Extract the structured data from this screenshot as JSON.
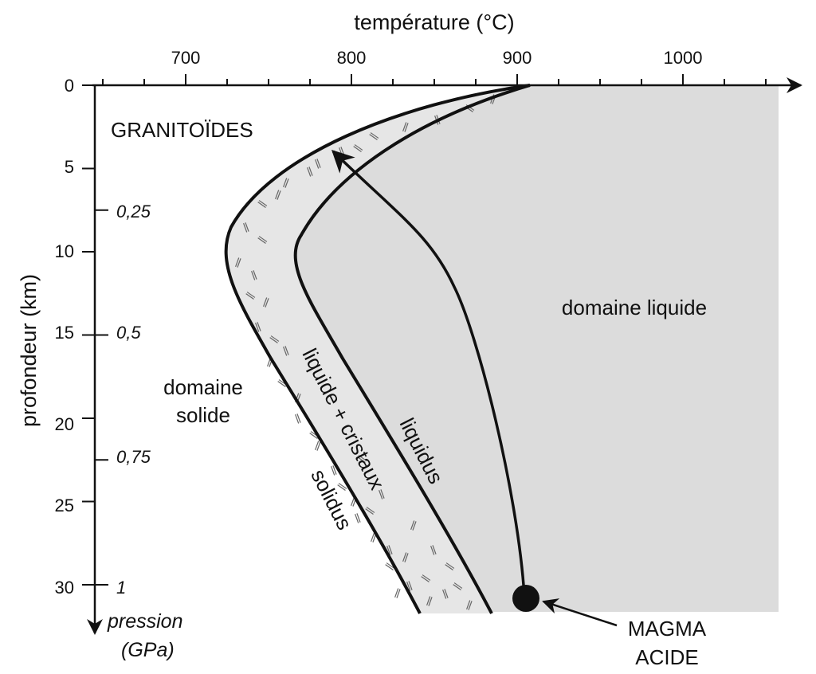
{
  "colors": {
    "liquid_fill": "#dcdcdc",
    "mush_fill": "#e6e6e6",
    "line": "#111111",
    "background": "#ffffff"
  },
  "x_axis": {
    "title": "température (°C)",
    "ticks": [
      "700",
      "800",
      "900",
      "1000"
    ]
  },
  "y_axis": {
    "title": "profondeur (km)",
    "ticks": [
      "0",
      "5",
      "10",
      "15",
      "20",
      "25",
      "30"
    ]
  },
  "pressure_axis": {
    "title_line1": "pression",
    "title_line2": "(GPa)",
    "ticks": [
      "0,25",
      "0,5",
      "0,75",
      "1"
    ]
  },
  "labels": {
    "granitoides": "GRANITOÏDES",
    "solid_domain_line1": "domaine",
    "solid_domain_line2": "solide",
    "liquid_domain": "domaine liquide",
    "mush": "liquide + cristaux",
    "liquidus": "liquidus",
    "solidus": "solidus",
    "magma_line1": "MAGMA",
    "magma_line2": "ACIDE"
  },
  "icons": {
    "magma_source": "black-filled-circle",
    "ascent_arrow": "arrow-up-left",
    "axis_arrows": "arrowheads"
  }
}
